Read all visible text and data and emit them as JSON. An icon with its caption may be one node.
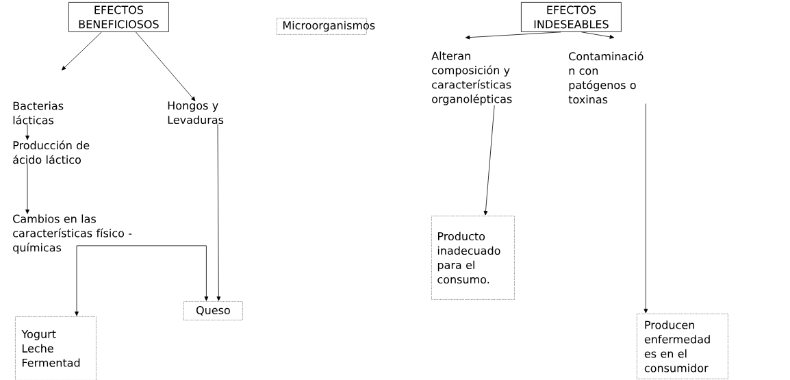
{
  "diagram": {
    "nodes": [
      {
        "text": [
          "EFECTOS BENEFICIOSOS"
        ]
      },
      {
        "text": [
          "Microorganismos"
        ]
      },
      {
        "text": [
          "EFECTOS INDESEABLES"
        ]
      },
      {
        "text": [
          "Bacterias lácticas"
        ]
      },
      {
        "text": [
          "Hongos y Levaduras"
        ]
      },
      {
        "text": [
          "Producción de ácido láctico"
        ]
      },
      {
        "text": [
          "Cambios en las características físico - químicas"
        ]
      },
      {
        "text": [
          "Yogurt Leche Fermentad"
        ]
      },
      {
        "text": [
          "Queso"
        ]
      },
      {
        "text": [
          "Alteran composición y características organolépticas"
        ]
      },
      {
        "text": [
          "Contaminació n con patógenos o toxinas"
        ]
      },
      {
        "text": [
          "Producto inadecuado para el consumo."
        ]
      },
      {
        "text": [
          "Producen enfermedad es en el consumidor"
        ]
      }
    ],
    "edges": [
      {
        "from": 0,
        "to": 3,
        "arrow": "to"
      },
      {
        "from": 0,
        "to": 4,
        "arrow": "to"
      },
      {
        "from": 2,
        "to": 9,
        "arrow": "to"
      },
      {
        "from": 2,
        "to": 10,
        "arrow": "to"
      },
      {
        "from": 3,
        "to": 5,
        "arrow": "to"
      },
      {
        "from": 5,
        "to": 6,
        "arrow": "to"
      },
      {
        "from": 6,
        "to": 7,
        "arrow": "to"
      },
      {
        "from": 6,
        "to": 8,
        "arrow": "to"
      },
      {
        "from": 4,
        "to": 8,
        "arrow": "to"
      },
      {
        "from": 9,
        "to": 11,
        "arrow": "to"
      },
      {
        "from": 10,
        "to": 12,
        "arrow": "to"
      }
    ]
  }
}
